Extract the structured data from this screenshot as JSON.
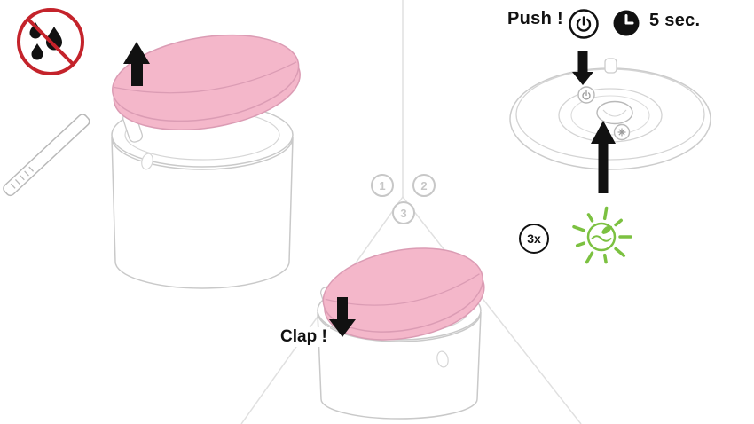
{
  "steps": [
    {
      "number": "1"
    },
    {
      "number": "2"
    },
    {
      "number": "3"
    }
  ],
  "push_panel": {
    "push_label": "Push !",
    "duration_label": "5 sec.",
    "repeat_label": "3x"
  },
  "clap_panel": {
    "clap_label": "Clap !"
  },
  "icons": {
    "prohibition": "no-water-drops-icon",
    "power_button": "power-icon",
    "timer": "clock-icon",
    "indicator": "green-light-leaf-icon",
    "lift": "arrow-up-icon",
    "press": "arrow-down-icon",
    "tool": "cleaning-stick-icon"
  },
  "colors": {
    "lid_pink": "#f4b7ca",
    "lid_pink_outline": "#db9cb4",
    "led_green": "#7cc141",
    "prohibition_red": "#c4232b",
    "device_line_gray": "#c9c9c9",
    "divider_gray": "#e0e0e0",
    "step_badge_gray": "#c7c7c7",
    "ink_black": "#111111"
  }
}
